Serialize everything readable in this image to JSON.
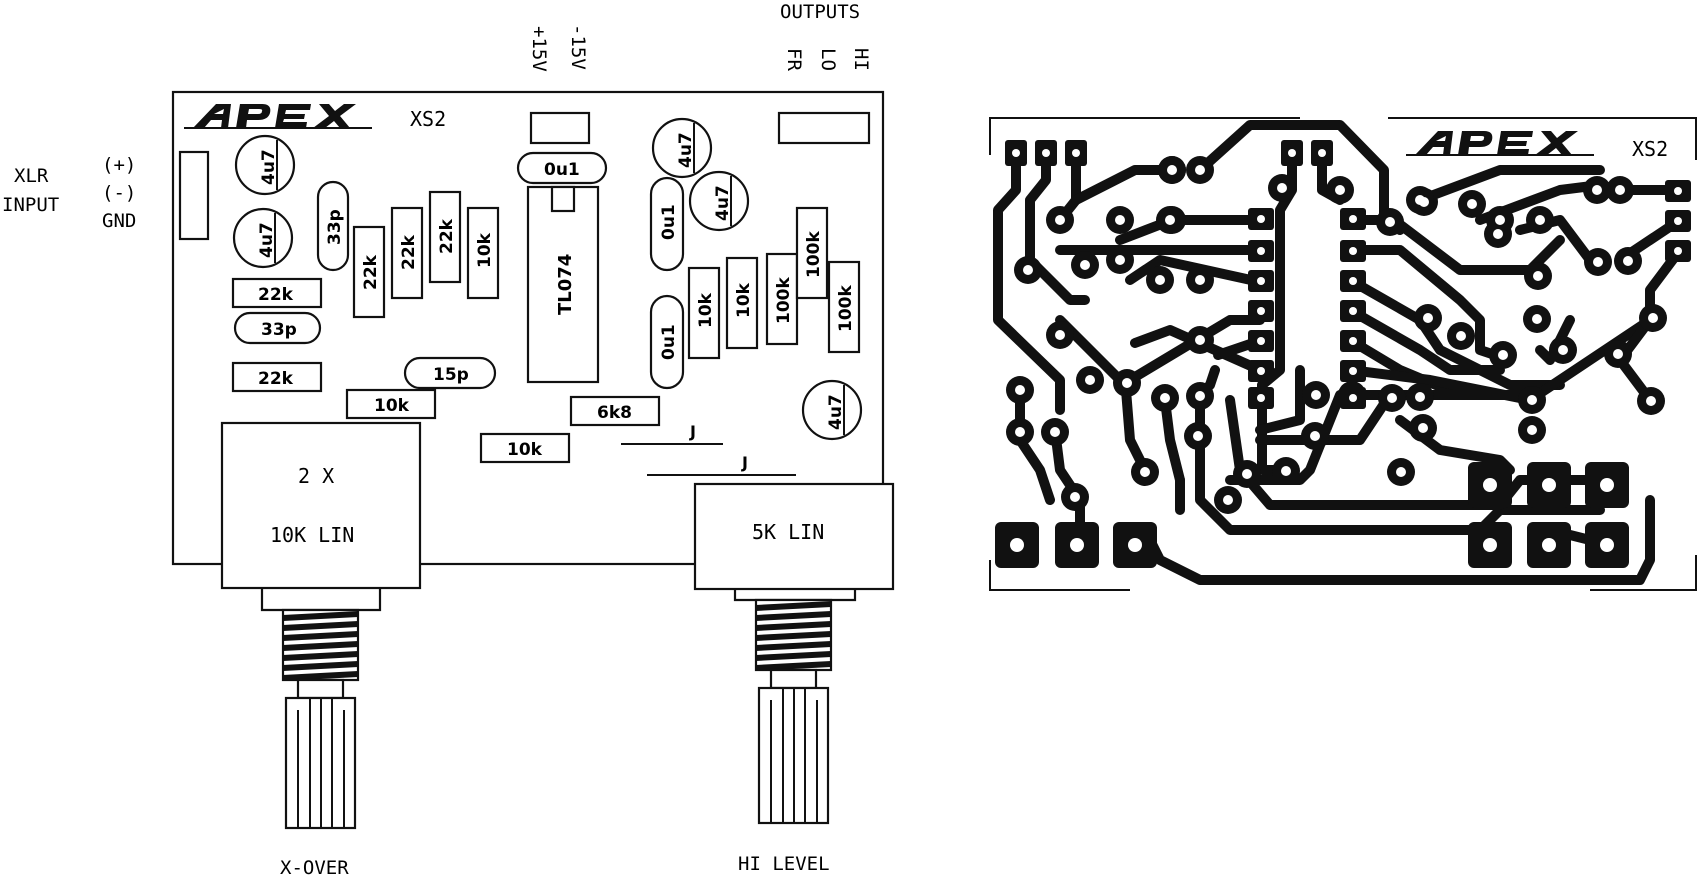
{
  "brand": "APEX",
  "model": "XS2",
  "supply": {
    "plus": "+15V",
    "minus": "-15V"
  },
  "outputs": {
    "title": "OUTPUTS",
    "fr": "FR",
    "lo": "LO",
    "hi": "HI"
  },
  "input": {
    "line1": "XLR",
    "line2": "INPUT",
    "plus": "(+)",
    "minus": "(-)",
    "gnd": "GND"
  },
  "ic": "TL074",
  "components": {
    "c_4u7": "4u7",
    "c_0u1": "0u1",
    "c_33p": "33p",
    "c_15p": "15p",
    "r_22k": "22k",
    "r_10k": "10k",
    "r_100k": "100k",
    "r_6k8": "6k8",
    "jumper": "J"
  },
  "pots": {
    "xover": {
      "line1": "2 X",
      "line2": "10K LIN",
      "caption": "X-OVER"
    },
    "hi_level": {
      "line1": "5K LIN",
      "caption": "HI LEVEL"
    }
  }
}
